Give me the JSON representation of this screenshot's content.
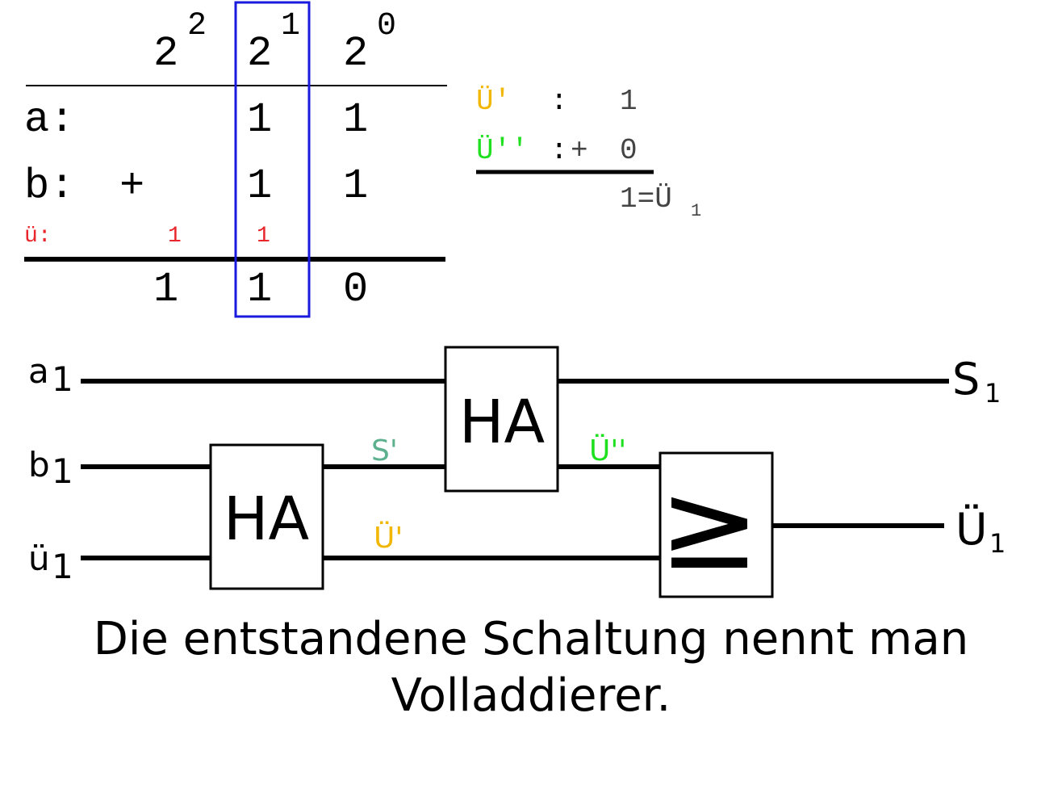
{
  "colors": {
    "carry_red": "#e8262b",
    "highlight_blue": "#1a1adf",
    "carry1_orange": "#f2b705",
    "carry2_green": "#1fe01f",
    "sum_teal": "#5cb08e",
    "ink": "#000000",
    "grey": "#444444"
  },
  "addition": {
    "powers": [
      {
        "base": "2",
        "exp": "2"
      },
      {
        "base": "2",
        "exp": "1"
      },
      {
        "base": "2",
        "exp": "0"
      }
    ],
    "row_a": {
      "label": "a:",
      "digits": [
        "1",
        "1"
      ]
    },
    "row_b": {
      "label": "b:",
      "op": "+",
      "digits": [
        "1",
        "1"
      ]
    },
    "row_carry": {
      "label": "ü:",
      "digits": [
        "1",
        "1"
      ]
    },
    "result": [
      "1",
      "1",
      "0"
    ]
  },
  "side_calc": {
    "line1_label": "Ü'",
    "line1_colon": ":",
    "line1_value": "1",
    "line2_label": "Ü''",
    "line2_colon": ":",
    "line2_op": "+",
    "line2_value": "0",
    "result_value": "1=Ü",
    "result_sub": "1"
  },
  "circuit": {
    "inputs": [
      {
        "name": "a",
        "sub": "1"
      },
      {
        "name": "b",
        "sub": "1"
      },
      {
        "name": "ü",
        "sub": "1"
      }
    ],
    "ha_label": "HA",
    "or_label": "≥",
    "sum_label": "S'",
    "carry1_label": "Ü'",
    "carry2_label": "Ü''",
    "outputs": [
      {
        "name": "S",
        "sub": "1"
      },
      {
        "name": "Ü",
        "sub": "1"
      }
    ]
  },
  "caption": {
    "line1": "Die entstandene Schaltung nennt man",
    "line2": "Volladdierer."
  }
}
